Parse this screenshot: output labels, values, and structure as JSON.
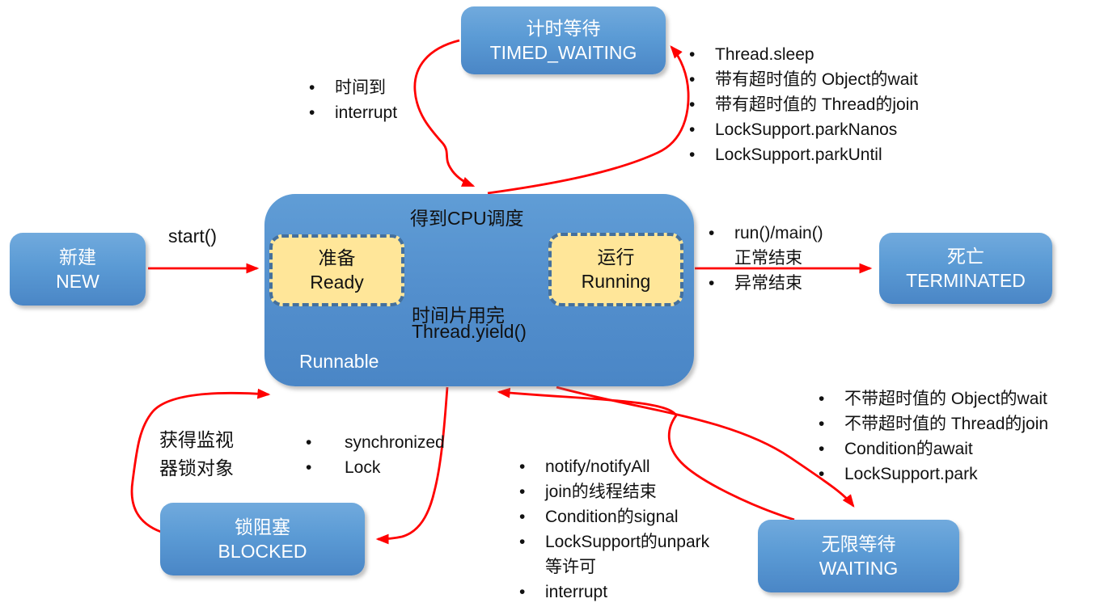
{
  "nodes": {
    "new": {
      "zh": "新建",
      "en": "NEW"
    },
    "timed_waiting": {
      "zh": "计时等待",
      "en": "TIMED_WAITING"
    },
    "terminated": {
      "zh": "死亡",
      "en": "TERMINATED"
    },
    "blocked": {
      "zh": "锁阻塞",
      "en": "BLOCKED"
    },
    "waiting": {
      "zh": "无限等待",
      "en": "WAITING"
    },
    "runnable": {
      "label": "Runnable"
    },
    "ready": {
      "zh": "准备",
      "en": "Ready"
    },
    "running": {
      "zh": "运行",
      "en": "Running"
    }
  },
  "edge_labels": {
    "start": "start()",
    "cpu_schedule": "得到CPU调度",
    "timeslice_1": "时间片用完",
    "timeslice_2": "Thread.yield()"
  },
  "annotations": {
    "timed_waiting_exit": {
      "items": [
        "时间到",
        "interrupt"
      ]
    },
    "timed_waiting_enter": {
      "items": [
        "Thread.sleep",
        "带有超时值的 Object的wait",
        "带有超时值的 Thread的join",
        "LockSupport.parkNanos",
        "LockSupport.parkUntil"
      ]
    },
    "terminated_enter": {
      "items": [
        "run()/main()",
        "正常结束",
        "异常结束"
      ]
    },
    "blocked_exit": {
      "line1": "获得监视",
      "line2": "器锁对象"
    },
    "blocked_enter": {
      "items": [
        "synchronized",
        "Lock"
      ]
    },
    "waiting_exit": {
      "items": [
        "notify/notifyAll",
        "join的线程结束",
        "Condition的signal",
        "LockSupport的unpark",
        "等许可",
        "interrupt"
      ]
    },
    "waiting_enter": {
      "items": [
        "不带超时值的 Object的wait",
        "不带超时值的 Thread的join",
        "Condition的await",
        "LockSupport.park"
      ]
    }
  },
  "colors": {
    "state_fill_top": "#6FA9DD",
    "state_fill_bottom": "#4A86C6",
    "sub_state_fill": "#FFE699",
    "sub_state_border": "#44709D",
    "transition_arrow": "#FF0000",
    "schedule_arrow": "#FFC000",
    "text_dark": "#111111",
    "text_light": "#FFFFFF"
  }
}
